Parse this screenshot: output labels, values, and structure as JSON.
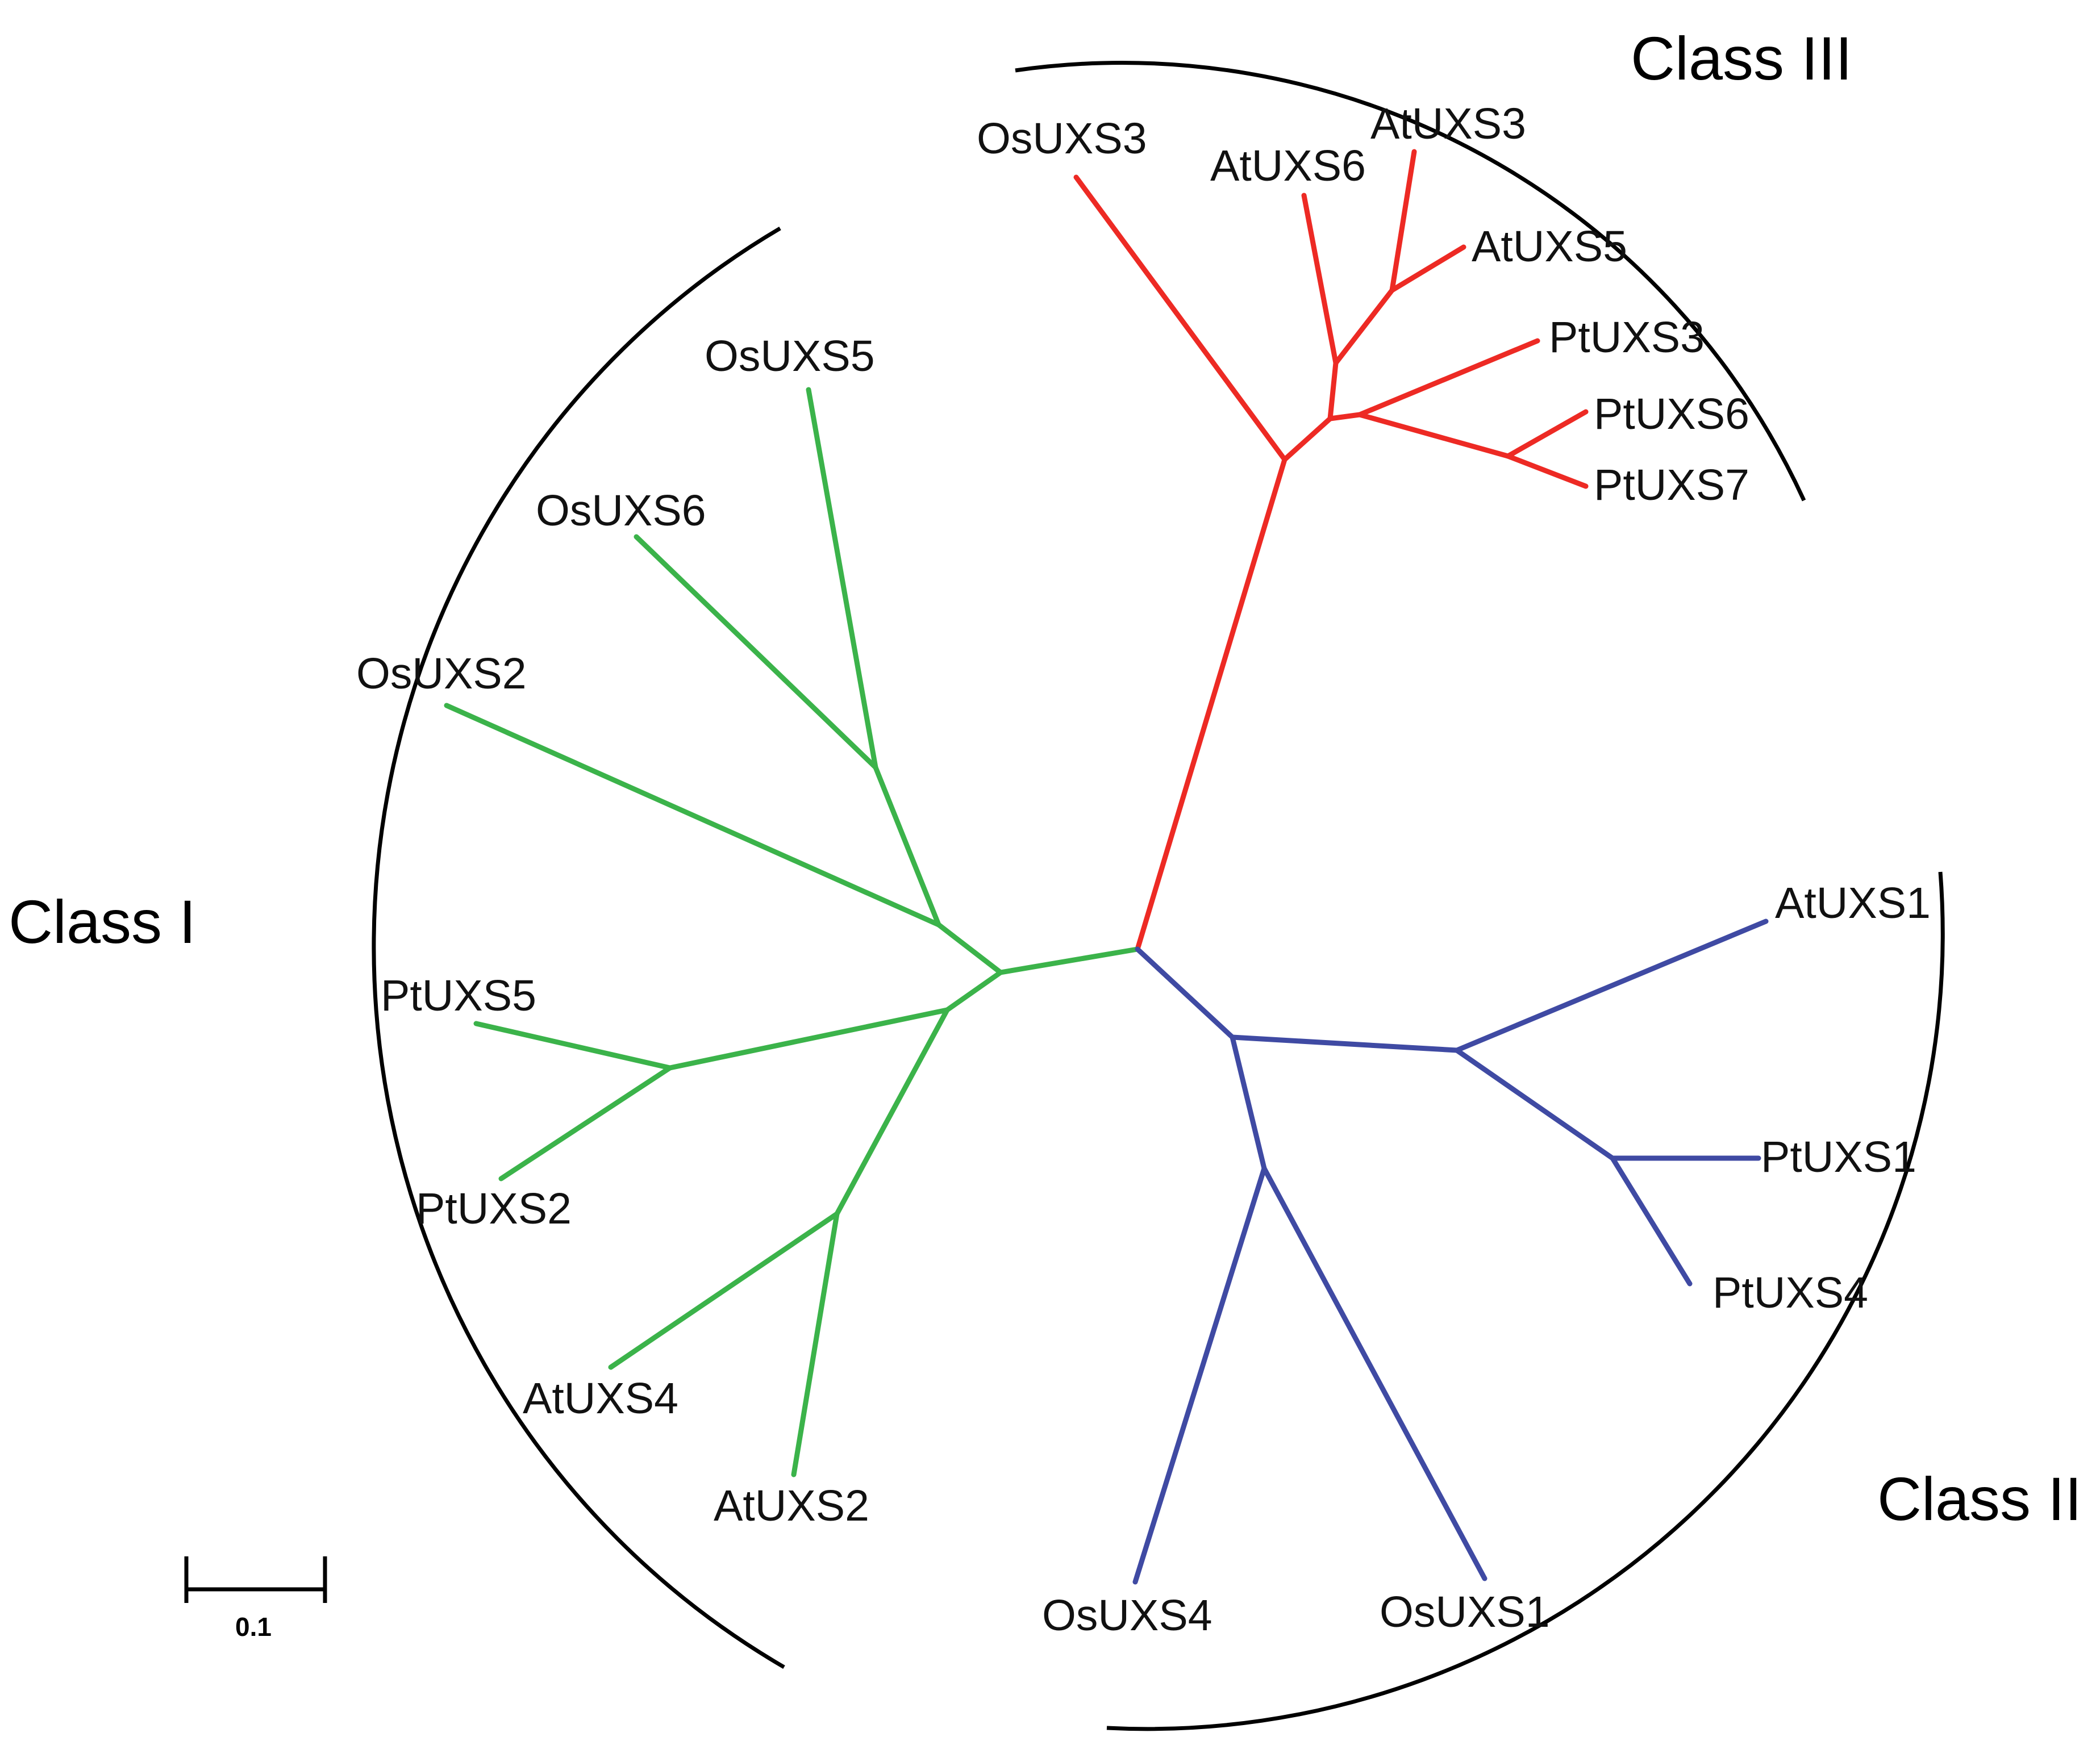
{
  "colors": {
    "class_I": "#3bb34a",
    "class_II": "#3f4aa3",
    "class_III": "#ed2a24",
    "bracket": "#000000",
    "text": "#111111"
  },
  "classes": {
    "class_I": "Class I",
    "class_II": "Class II",
    "class_III": "Class III"
  },
  "leaves": {
    "OsUXS3": "OsUXS3",
    "AtUXS6": "AtUXS6",
    "AtUXS3": "AtUXS3",
    "AtUXS5": "AtUXS5",
    "PtUXS3": "PtUXS3",
    "PtUXS6": "PtUXS6",
    "PtUXS7": "PtUXS7",
    "OsUXS5": "OsUXS5",
    "OsUXS6": "OsUXS6",
    "OsUXS2": "OsUXS2",
    "PtUXS5": "PtUXS5",
    "PtUXS2": "PtUXS2",
    "AtUXS4": "AtUXS4",
    "AtUXS2": "AtUXS2",
    "AtUXS1": "AtUXS1",
    "PtUXS1": "PtUXS1",
    "PtUXS4": "PtUXS4",
    "OsUXS4": "OsUXS4",
    "OsUXS1": "OsUXS1"
  },
  "class_membership": {
    "class_I": [
      "OsUXS5",
      "OsUXS6",
      "OsUXS2",
      "PtUXS5",
      "PtUXS2",
      "AtUXS4",
      "AtUXS2"
    ],
    "class_II": [
      "AtUXS1",
      "PtUXS1",
      "PtUXS4",
      "OsUXS4",
      "OsUXS1"
    ],
    "class_III": [
      "OsUXS3",
      "AtUXS6",
      "AtUXS3",
      "AtUXS5",
      "PtUXS3",
      "PtUXS6",
      "PtUXS7"
    ]
  },
  "scale_bar": {
    "label": "0.1"
  }
}
